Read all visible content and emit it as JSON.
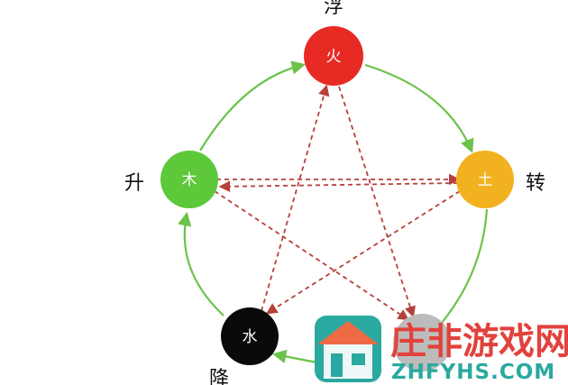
{
  "nodes": [
    {
      "id": "fire",
      "text": "火",
      "color": "#e82a25"
    },
    {
      "id": "earth",
      "text": "土",
      "color": "#f2b21f"
    },
    {
      "id": "metal",
      "text": "",
      "color": "#bcbcbc"
    },
    {
      "id": "water",
      "text": "水",
      "color": "#0a0a0a"
    },
    {
      "id": "wood",
      "text": "木",
      "color": "#5cc83a"
    }
  ],
  "labels": {
    "top": "浮",
    "right": "转",
    "left": "升",
    "bottom": "降"
  },
  "colors": {
    "cycle_arrow": "#6cc24a",
    "control_arrow": "#b5403c"
  },
  "watermark": {
    "brand_cn": "庄非游戏网",
    "brand_en": "ZHFYHS.COM"
  }
}
